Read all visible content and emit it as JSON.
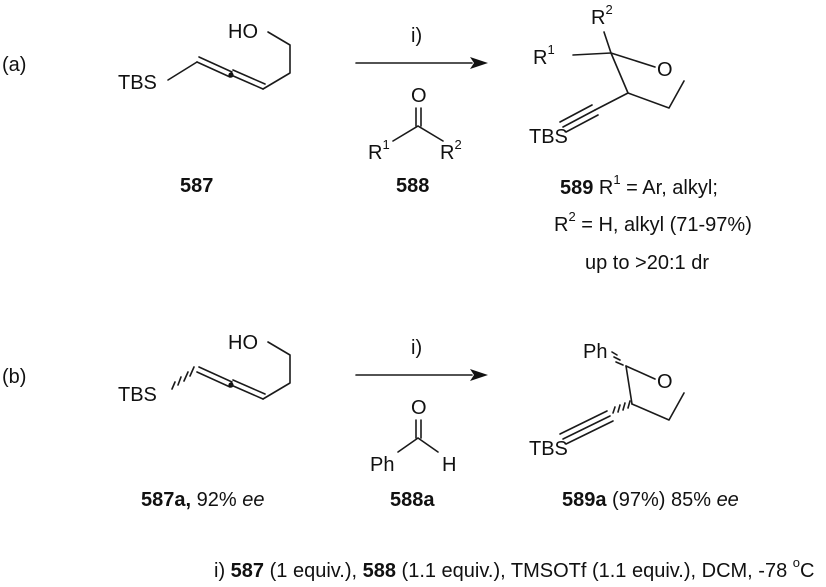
{
  "panel_a": {
    "tag": "(a)",
    "sm": {
      "oh": "HO",
      "tbs": "TBS",
      "cmpd": "587"
    },
    "reagent": {
      "cond": "i)",
      "o": "O",
      "r1": "R",
      "r1_sup": "1",
      "r2": "R",
      "r2_sup": "2",
      "cmpd": "588"
    },
    "product": {
      "r2": "R",
      "r2_sup": "2",
      "r1": "R",
      "r1_sup": "1",
      "o": "O",
      "tbs": "TBS",
      "line1_cmpd": "589",
      "line1_a": " R",
      "line1_sup": "1",
      "line1_b": " = Ar, alkyl;",
      "line2_a": "R",
      "line2_sup": "2",
      "line2_b": " = H, alkyl (71-97%)",
      "line3": "up to >20:1 dr"
    }
  },
  "panel_b": {
    "tag": "(b)",
    "sm": {
      "oh": "HO",
      "tbs": "TBS",
      "cmpd": "587a,",
      "yield": " 92% ",
      "ee": "ee"
    },
    "reagent": {
      "cond": "i)",
      "o": "O",
      "ph": "Ph",
      "h": "H",
      "cmpd": "588a"
    },
    "product": {
      "ph": "Ph",
      "o": "O",
      "tbs": "TBS",
      "cmpd": "589a",
      "yield": " (97%) 85% ",
      "ee": "ee"
    }
  },
  "footnote": {
    "a": "i) ",
    "c1": "587",
    "b": " (1 equiv.), ",
    "c2": "588",
    "c": " (1.1 equiv.), TMSOTf (1.1 equiv.), DCM, -78 ",
    "deg": "o",
    "d": "C"
  }
}
